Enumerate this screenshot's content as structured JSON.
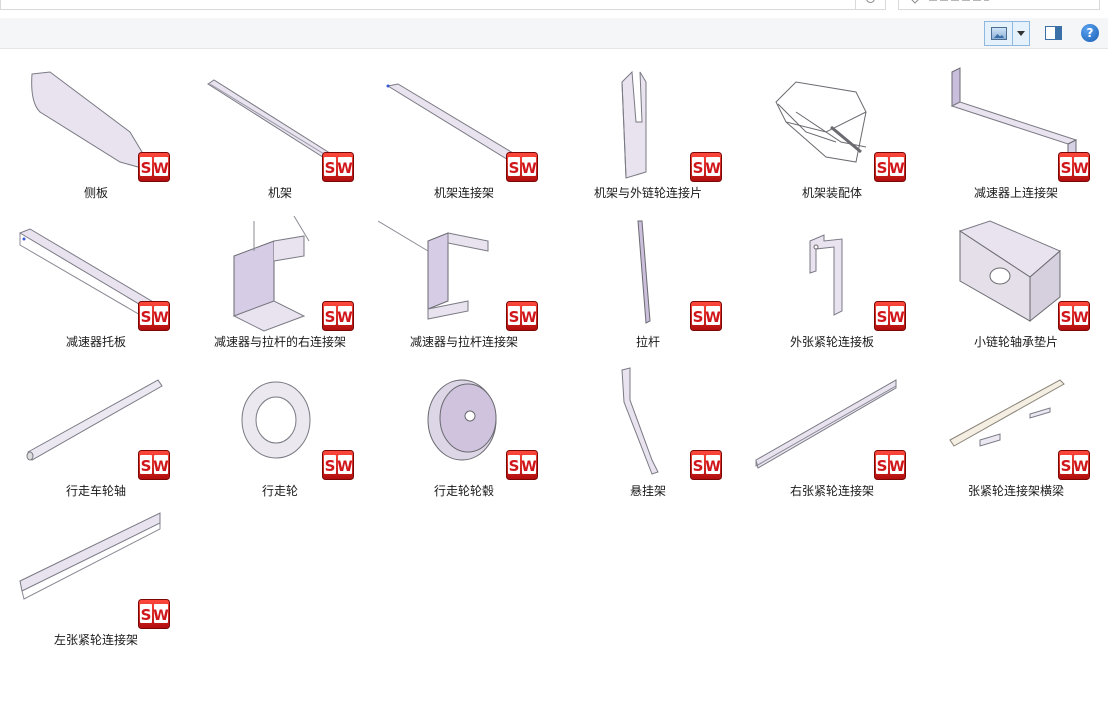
{
  "toolbar": {
    "view_icon": "large-icons-view-icon",
    "view_dropdown_icon": "chevron-down-icon",
    "preview_pane_icon": "preview-pane-icon",
    "help_label": "?"
  },
  "files": [
    {
      "name": "侧板",
      "shape": "sideplate"
    },
    {
      "name": "机架",
      "shape": "longbeam"
    },
    {
      "name": "机架连接架",
      "shape": "flatplate"
    },
    {
      "name": "机架与外链轮连接片",
      "shape": "slotplate"
    },
    {
      "name": "机架装配体",
      "shape": "assembly"
    },
    {
      "name": "减速器上连接架",
      "shape": "lbracket"
    },
    {
      "name": "减速器托板",
      "shape": "angledbeam"
    },
    {
      "name": "减速器与拉杆的右连接架",
      "shape": "ubracket"
    },
    {
      "name": "减速器与拉杆连接架",
      "shape": "zbracket"
    },
    {
      "name": "拉杆",
      "shape": "rod"
    },
    {
      "name": "外张紧轮连接板",
      "shape": "hookplate"
    },
    {
      "name": "小链轮轴承垫片",
      "shape": "squareplate"
    },
    {
      "name": "行走车轮轴",
      "shape": "shaft"
    },
    {
      "name": "行走轮",
      "shape": "ring"
    },
    {
      "name": "行走轮轮毂",
      "shape": "hub"
    },
    {
      "name": "悬挂架",
      "shape": "hanger"
    },
    {
      "name": "右张紧轮连接架",
      "shape": "angle"
    },
    {
      "name": "张紧轮连接架横梁",
      "shape": "crossbeam"
    },
    {
      "name": "左张紧轮连接架",
      "shape": "angle2"
    }
  ]
}
